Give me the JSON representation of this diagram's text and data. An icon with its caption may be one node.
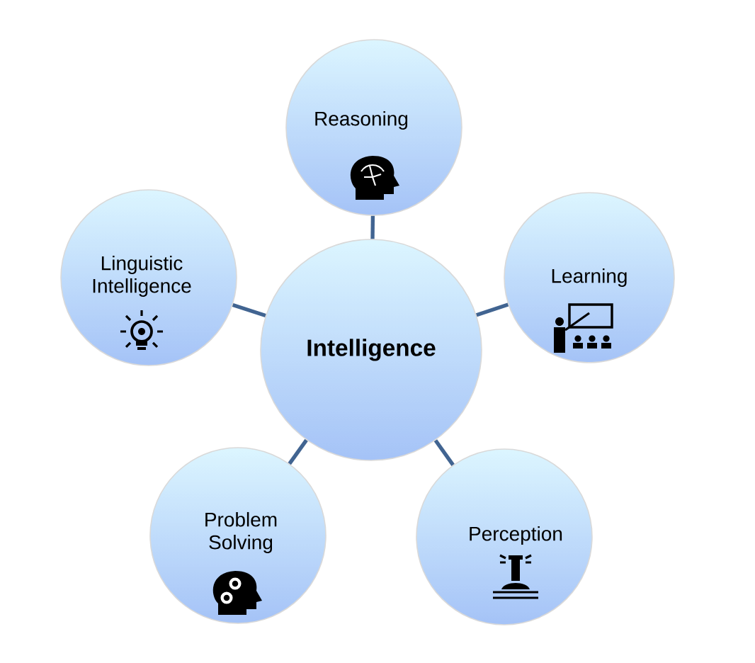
{
  "diagram": {
    "nodes": [
      {
        "text": [
          "Intelligence"
        ]
      },
      {
        "text": [
          "Reasoning"
        ]
      },
      {
        "text": [
          "Learning"
        ]
      },
      {
        "text": [
          "Perception"
        ]
      },
      {
        "text": [
          "Problem Solving"
        ]
      },
      {
        "text": [
          "Linguistic Intelligence"
        ]
      }
    ],
    "edges": [
      {
        "from": 0,
        "to": 1,
        "arrow": "none"
      },
      {
        "from": 0,
        "to": 2,
        "arrow": "none"
      },
      {
        "from": 0,
        "to": 3,
        "arrow": "none"
      },
      {
        "from": 0,
        "to": 4,
        "arrow": "none"
      },
      {
        "from": 0,
        "to": 5,
        "arrow": "none"
      }
    ]
  }
}
